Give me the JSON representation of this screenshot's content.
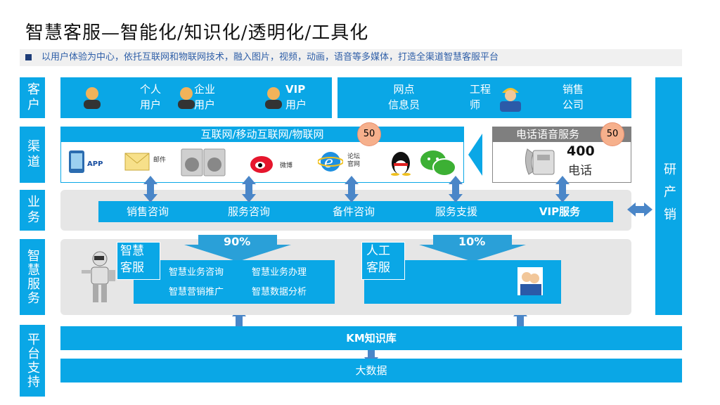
{
  "title": "智慧客服—智能化/知识化/透明化/工具化",
  "subtitle": "以用户体验为中心，依托互联网和物联网技术，融入图片，视频，动画，语音等多媒体，打造全渠道智慧客服平台",
  "side_labels": {
    "customer": "客户",
    "channel": "渠道",
    "business": "业务",
    "smart_service": "智慧服务",
    "platform": "平台支持",
    "rd": "研产销"
  },
  "customers": {
    "personal": "个人用户",
    "enterprise_a": "企业",
    "enterprise_b": "用户",
    "vip_a": "VIP",
    "vip_b": "用户",
    "outlet_a": "网点",
    "outlet_b": "信息员",
    "engineer_a": "工程",
    "engineer_b": "师",
    "sales_a": "销售",
    "sales_b": "公司"
  },
  "channels": {
    "internet_title": "互联网/移动互联网/物联网",
    "internet_badge": "50",
    "phone_title": "电话语音服务",
    "phone_badge": "50",
    "app": "APP",
    "mail": "邮件",
    "weibo": "微博",
    "forum_a": "论坛",
    "forum_b": "官网",
    "phone_400": "400",
    "phone_call": "电话"
  },
  "business": [
    "销售咨询",
    "服务咨询",
    "备件咨询",
    "服务支援",
    "VIP服务"
  ],
  "smart": {
    "percent_ai": "90%",
    "percent_human": "10%",
    "ai_label_a": "智慧",
    "ai_label_b": "客服",
    "ai_items": [
      "智慧业务咨询",
      "智慧业务办理",
      "智慧营销推广",
      "智慧数据分析"
    ],
    "human_label_a": "人工",
    "human_label_b": "客服"
  },
  "platform": {
    "km": "KM知识库",
    "bigdata": "大数据"
  }
}
